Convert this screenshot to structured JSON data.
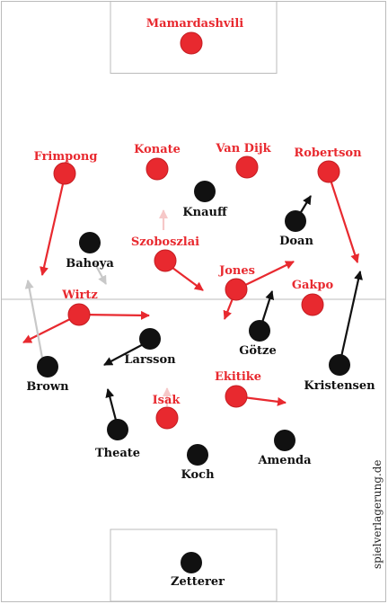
{
  "colors": {
    "red_team": "#e8292f",
    "black_team": "#111111",
    "red_arrow": "#e8292f",
    "black_arrow": "#111111",
    "grey_arrow": "#c8c8c8",
    "faint_arrow": "#f6c8c8",
    "lines": "#bbbbbb"
  },
  "credit": "spielverlagerung.de",
  "red_team": [
    {
      "name": "Mamardashvili"
    },
    {
      "name": "Frimpong"
    },
    {
      "name": "Konate"
    },
    {
      "name": "Van Dijk"
    },
    {
      "name": "Robertson"
    },
    {
      "name": "Szoboszlai"
    },
    {
      "name": "Jones"
    },
    {
      "name": "Gakpo"
    },
    {
      "name": "Wirtz"
    },
    {
      "name": "Ekitike"
    },
    {
      "name": "Isak"
    }
  ],
  "black_team": [
    {
      "name": "Knauff"
    },
    {
      "name": "Doan"
    },
    {
      "name": "Bahoya"
    },
    {
      "name": "Larsson"
    },
    {
      "name": "Götze"
    },
    {
      "name": "Brown"
    },
    {
      "name": "Kristensen"
    },
    {
      "name": "Theate"
    },
    {
      "name": "Amenda"
    },
    {
      "name": "Koch"
    },
    {
      "name": "Zetterer"
    }
  ]
}
